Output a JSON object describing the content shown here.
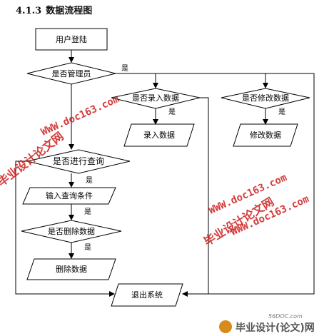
{
  "heading": {
    "number": "4.1.3",
    "title": "数据流程图"
  },
  "nodes": {
    "login": "用户登陆",
    "is_admin": "是否管理员",
    "is_enter_data": "是否录入数据",
    "is_modify_data": "是否修改数据",
    "enter_data": "录入数据",
    "modify_data": "修改数据",
    "is_query": "是否进行查询",
    "input_query": "输入查询条件",
    "is_delete": "是否删除数据",
    "delete_data": "删除数据",
    "exit_system": "退出系统"
  },
  "edge_labels": {
    "admin_yes": "是",
    "enter_yes": "是",
    "modify_yes": "是",
    "query_yes": "是",
    "input_yes": "是",
    "delete_yes": "是"
  },
  "watermarks": {
    "site_1": "WWW.doc163.com",
    "brand_1": "毕业设计论文网",
    "site_2": "WWW.doc163.com",
    "brand_2": "毕业设计论文网",
    "site_3": "WWW.doc163.com",
    "logo_site": "56DOC.com",
    "logo_text": "毕业设计(论文)网"
  }
}
